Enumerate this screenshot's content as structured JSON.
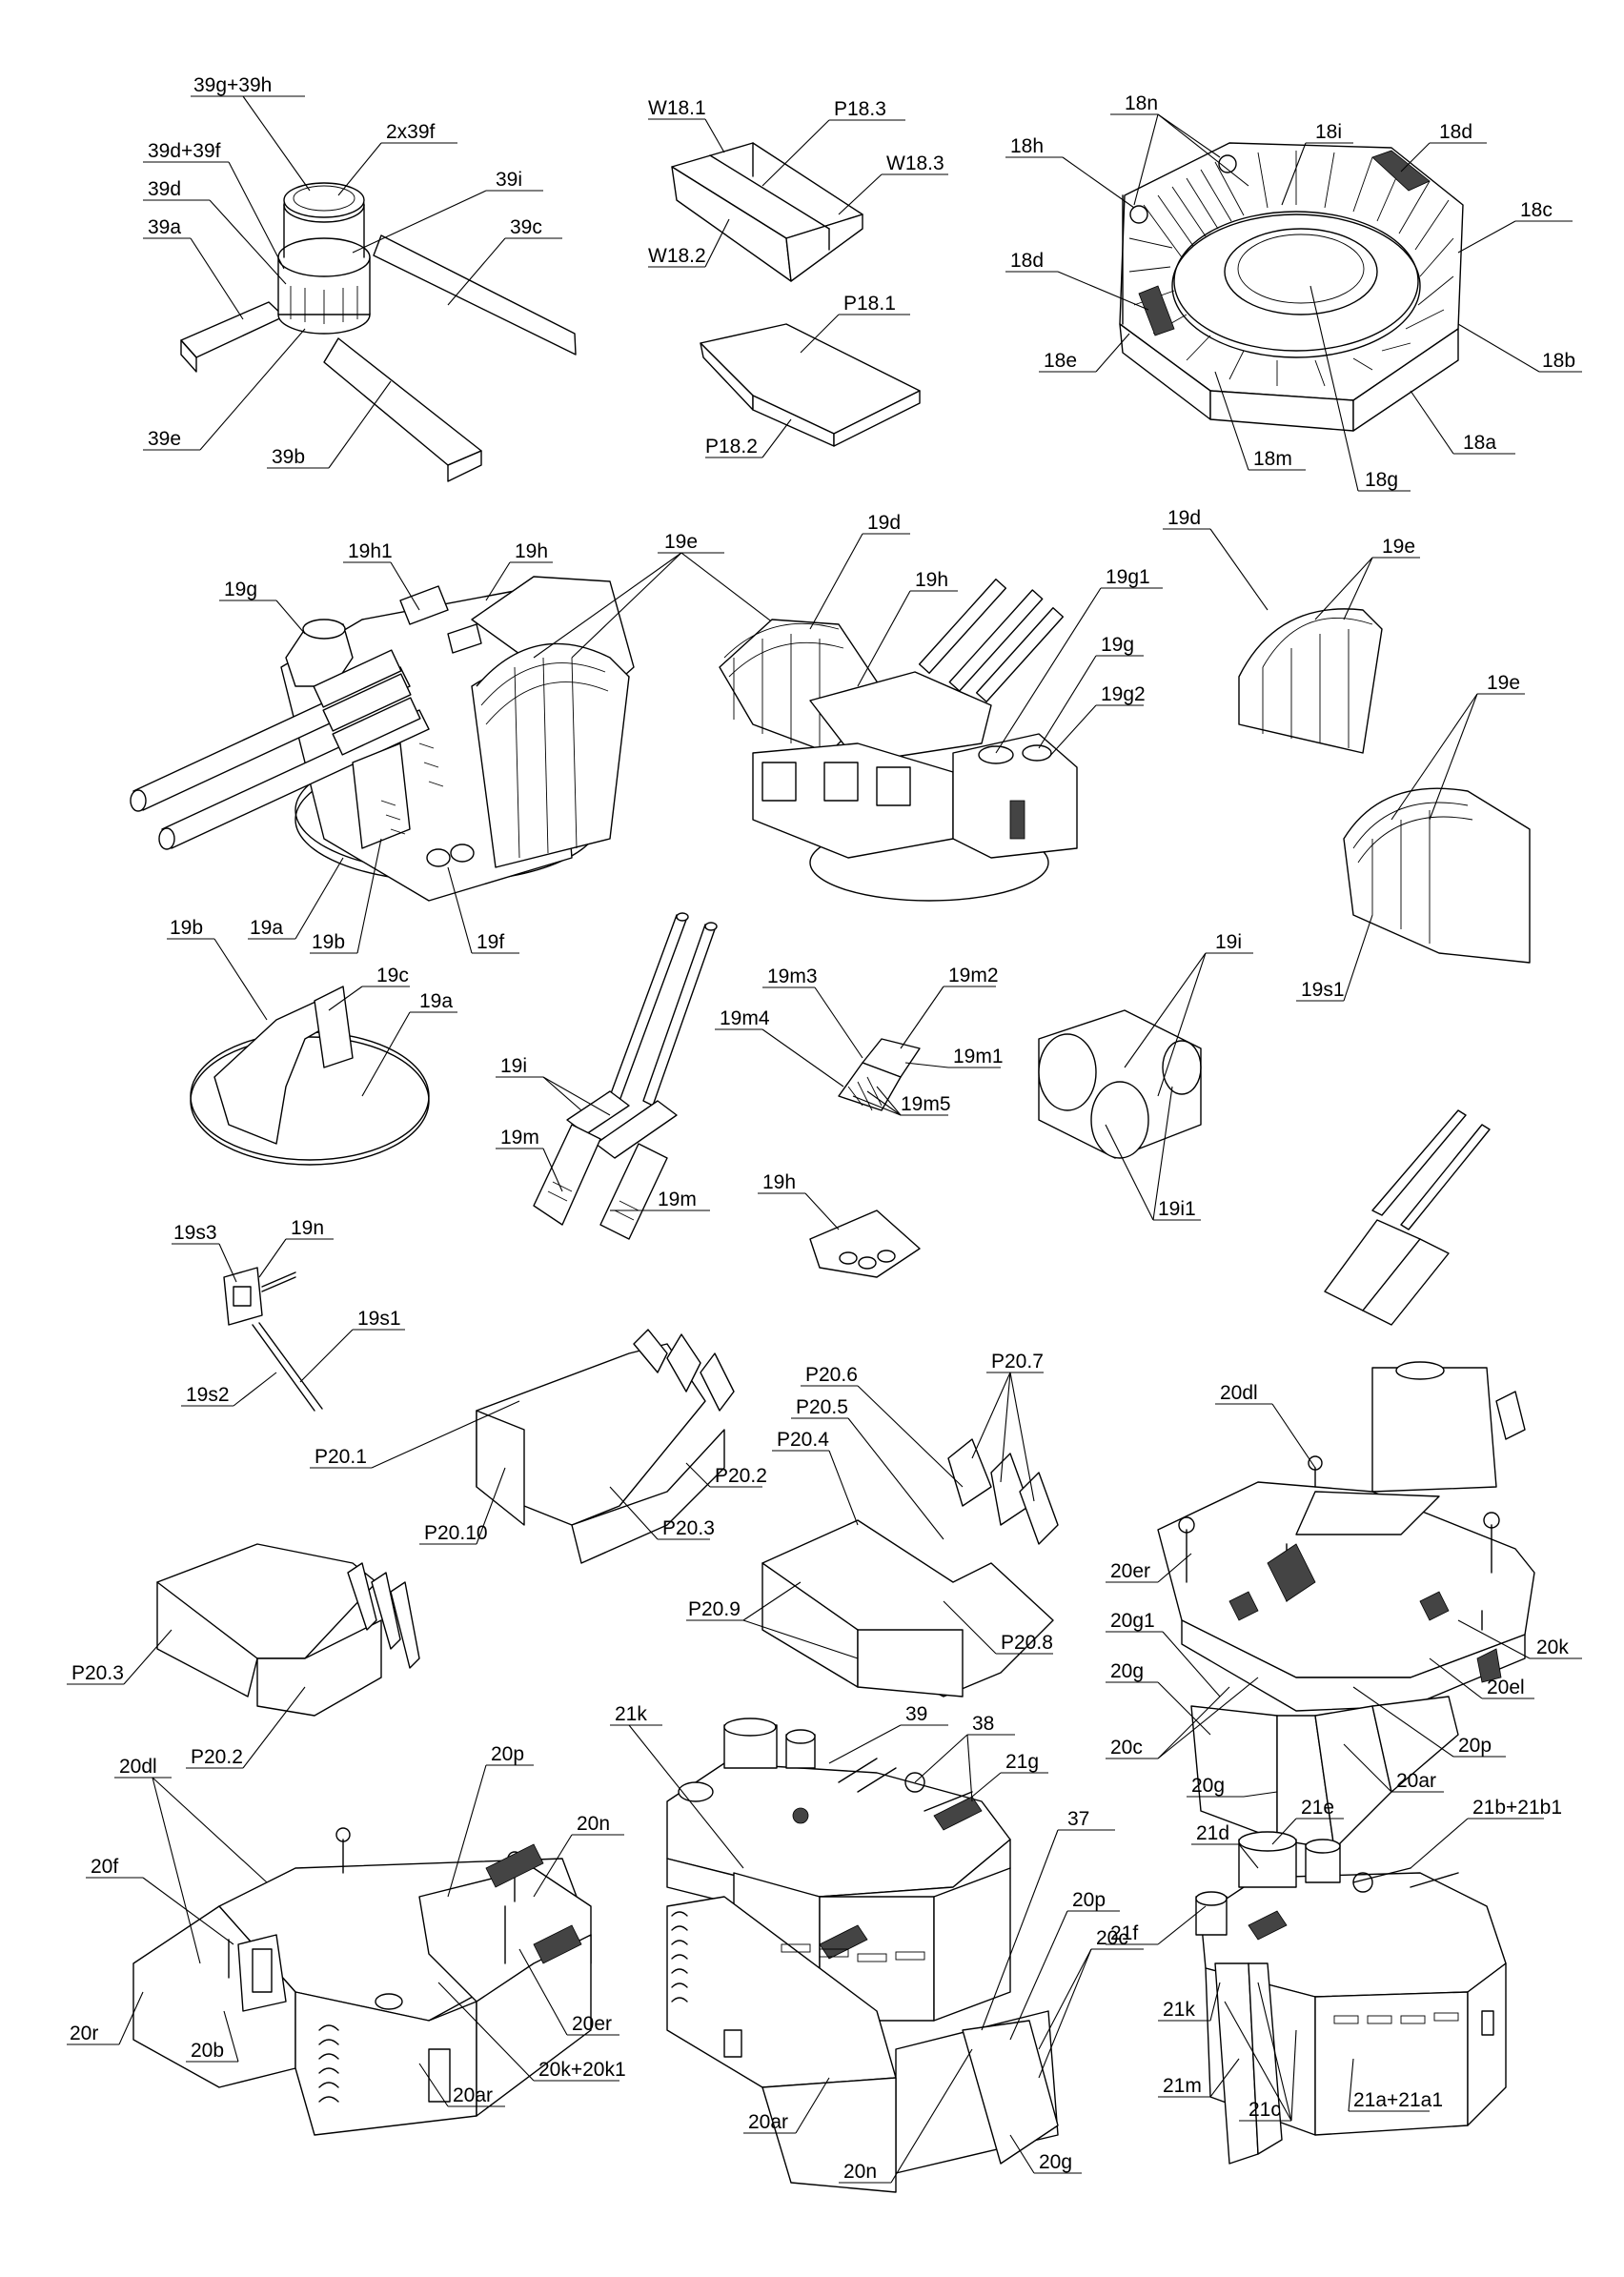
{
  "labels": {
    "c39": [
      "39g+39h",
      "39d+39f",
      "2x39f",
      "39i",
      "39d",
      "39c",
      "39a",
      "39e",
      "39b"
    ],
    "w18": [
      "W18.1",
      "P18.3",
      "W18.3",
      "W18.2"
    ],
    "p18": [
      "P18.1",
      "P18.2"
    ],
    "c18": [
      "18n",
      "18h",
      "18i",
      "18d",
      "18c",
      "18d",
      "18e",
      "18b",
      "18a",
      "18m",
      "18g"
    ],
    "c19main": [
      "19h1",
      "19h",
      "19g",
      "19a",
      "19b",
      "19f"
    ],
    "c19e": [
      "19e"
    ],
    "c19right": [
      "19d",
      "19h",
      "19g1",
      "19g",
      "19g2"
    ],
    "c19shield": [
      "19d",
      "19e"
    ],
    "c19shield2": [
      "19e",
      "19s1"
    ],
    "c19base": [
      "19b",
      "19c",
      "19a"
    ],
    "c19gun": [
      "19i",
      "19m",
      "19m"
    ],
    "c19m": [
      "19m3",
      "19m2",
      "19m4",
      "19m1",
      "19m5"
    ],
    "c19i": [
      "19i",
      "19i1"
    ],
    "c19h": [
      "19h"
    ],
    "c19s": [
      "19s3",
      "19n",
      "19s1",
      "19s2"
    ],
    "p20a": [
      "P20.1",
      "P20.10",
      "P20.2",
      "P20.3"
    ],
    "p20b": [
      "P20.3",
      "P20.2"
    ],
    "p20c": [
      "P20.6",
      "P20.7",
      "P20.5",
      "P20.4",
      "P20.9",
      "P20.8"
    ],
    "c20right": [
      "20dl",
      "20er",
      "20k",
      "20g1",
      "20el",
      "20g",
      "20p",
      "20c",
      "20ar",
      "20g"
    ],
    "c20left": [
      "20dl",
      "20p",
      "20n",
      "20f",
      "20er",
      "20r",
      "20b",
      "20k+20k1",
      "20ar"
    ],
    "c21mid": [
      "21k",
      "39",
      "38",
      "21g",
      "37",
      "20p",
      "20c",
      "20ar",
      "20n",
      "20g"
    ],
    "c21right": [
      "21e",
      "21b+21b1",
      "21d",
      "21f",
      "21k",
      "21m",
      "21c",
      "21a+21a1"
    ]
  },
  "colors": {
    "ink": "#000000",
    "paper": "#ffffff",
    "detail": "#444444"
  }
}
